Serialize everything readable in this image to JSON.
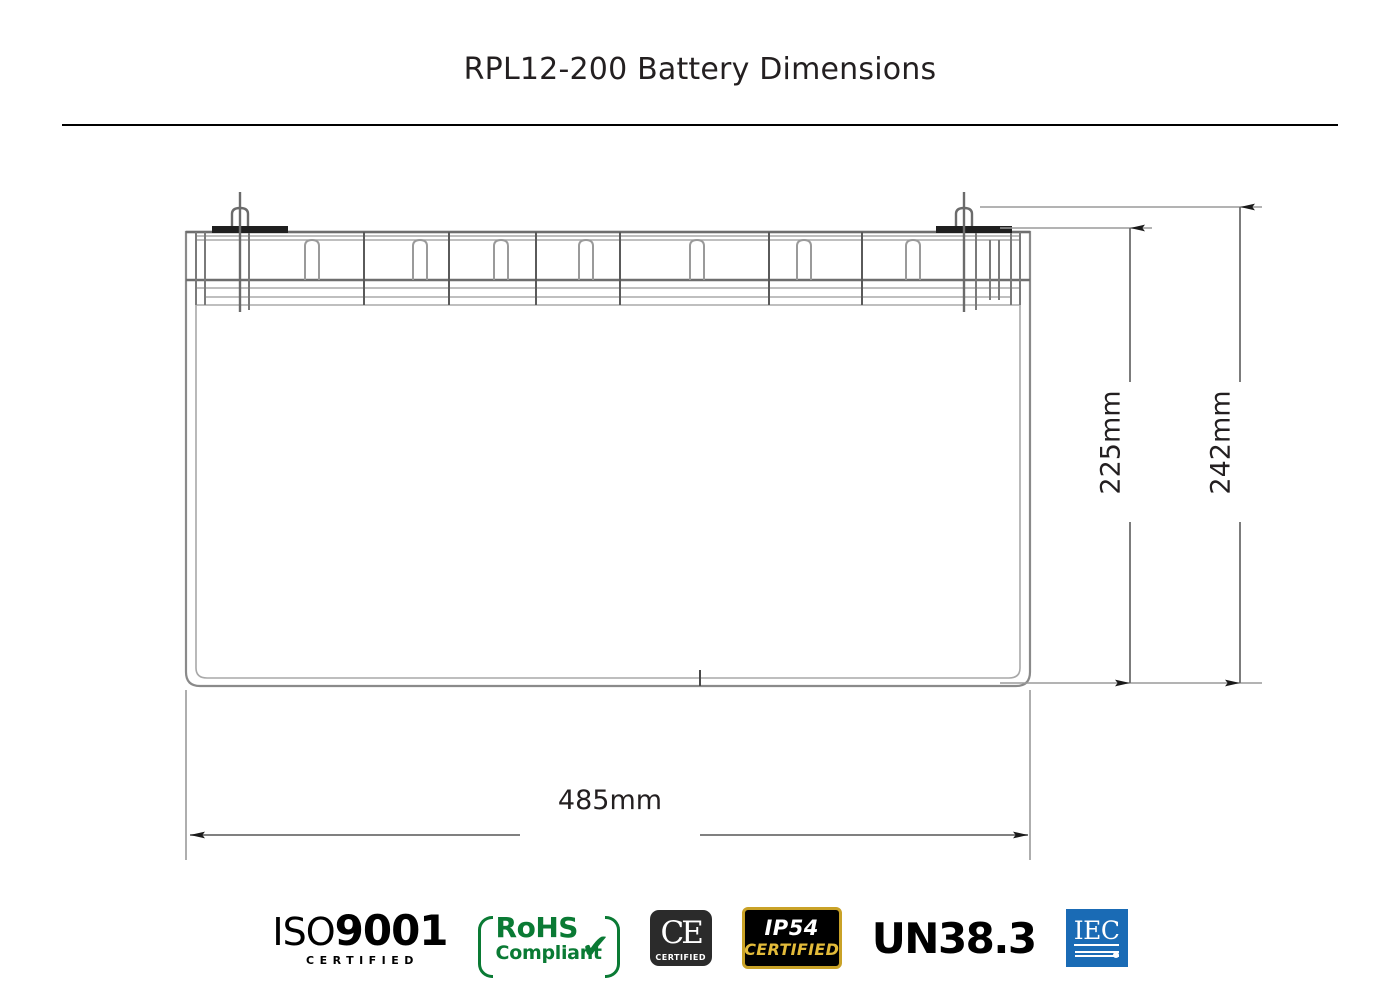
{
  "page": {
    "title": "RPL12-200 Battery Dimensions",
    "background_color": "#ffffff",
    "line_color": "#808080",
    "text_color": "#231f20"
  },
  "drawing": {
    "view": "side elevation of RPL12-200 lead-acid / lithium battery",
    "case": {
      "vent_cap_count": 7,
      "cell_divider_count": 6,
      "terminal_count": 2
    },
    "dimensions": {
      "height_to_case_top": "225mm",
      "height_overall": "242mm",
      "width": "485mm"
    }
  },
  "certifications": {
    "iso": {
      "prefix": "ISO",
      "number": "9001",
      "sub": "CERTIFIED"
    },
    "rohs": {
      "line1": "RoHS",
      "line2": "Compliant",
      "check": "✔",
      "color": "#0a7a34"
    },
    "ce": {
      "mark": "CE",
      "sub": "CERTIFIED",
      "color": "#2b2b2b"
    },
    "ip54": {
      "line1": "IP54",
      "line2": "CERTIFIED",
      "border_color": "#c9a227",
      "accent": "#e3bb3a"
    },
    "un": {
      "label": "UN38.3"
    },
    "iec": {
      "label": "IEC",
      "color": "#1a6bb5"
    }
  }
}
